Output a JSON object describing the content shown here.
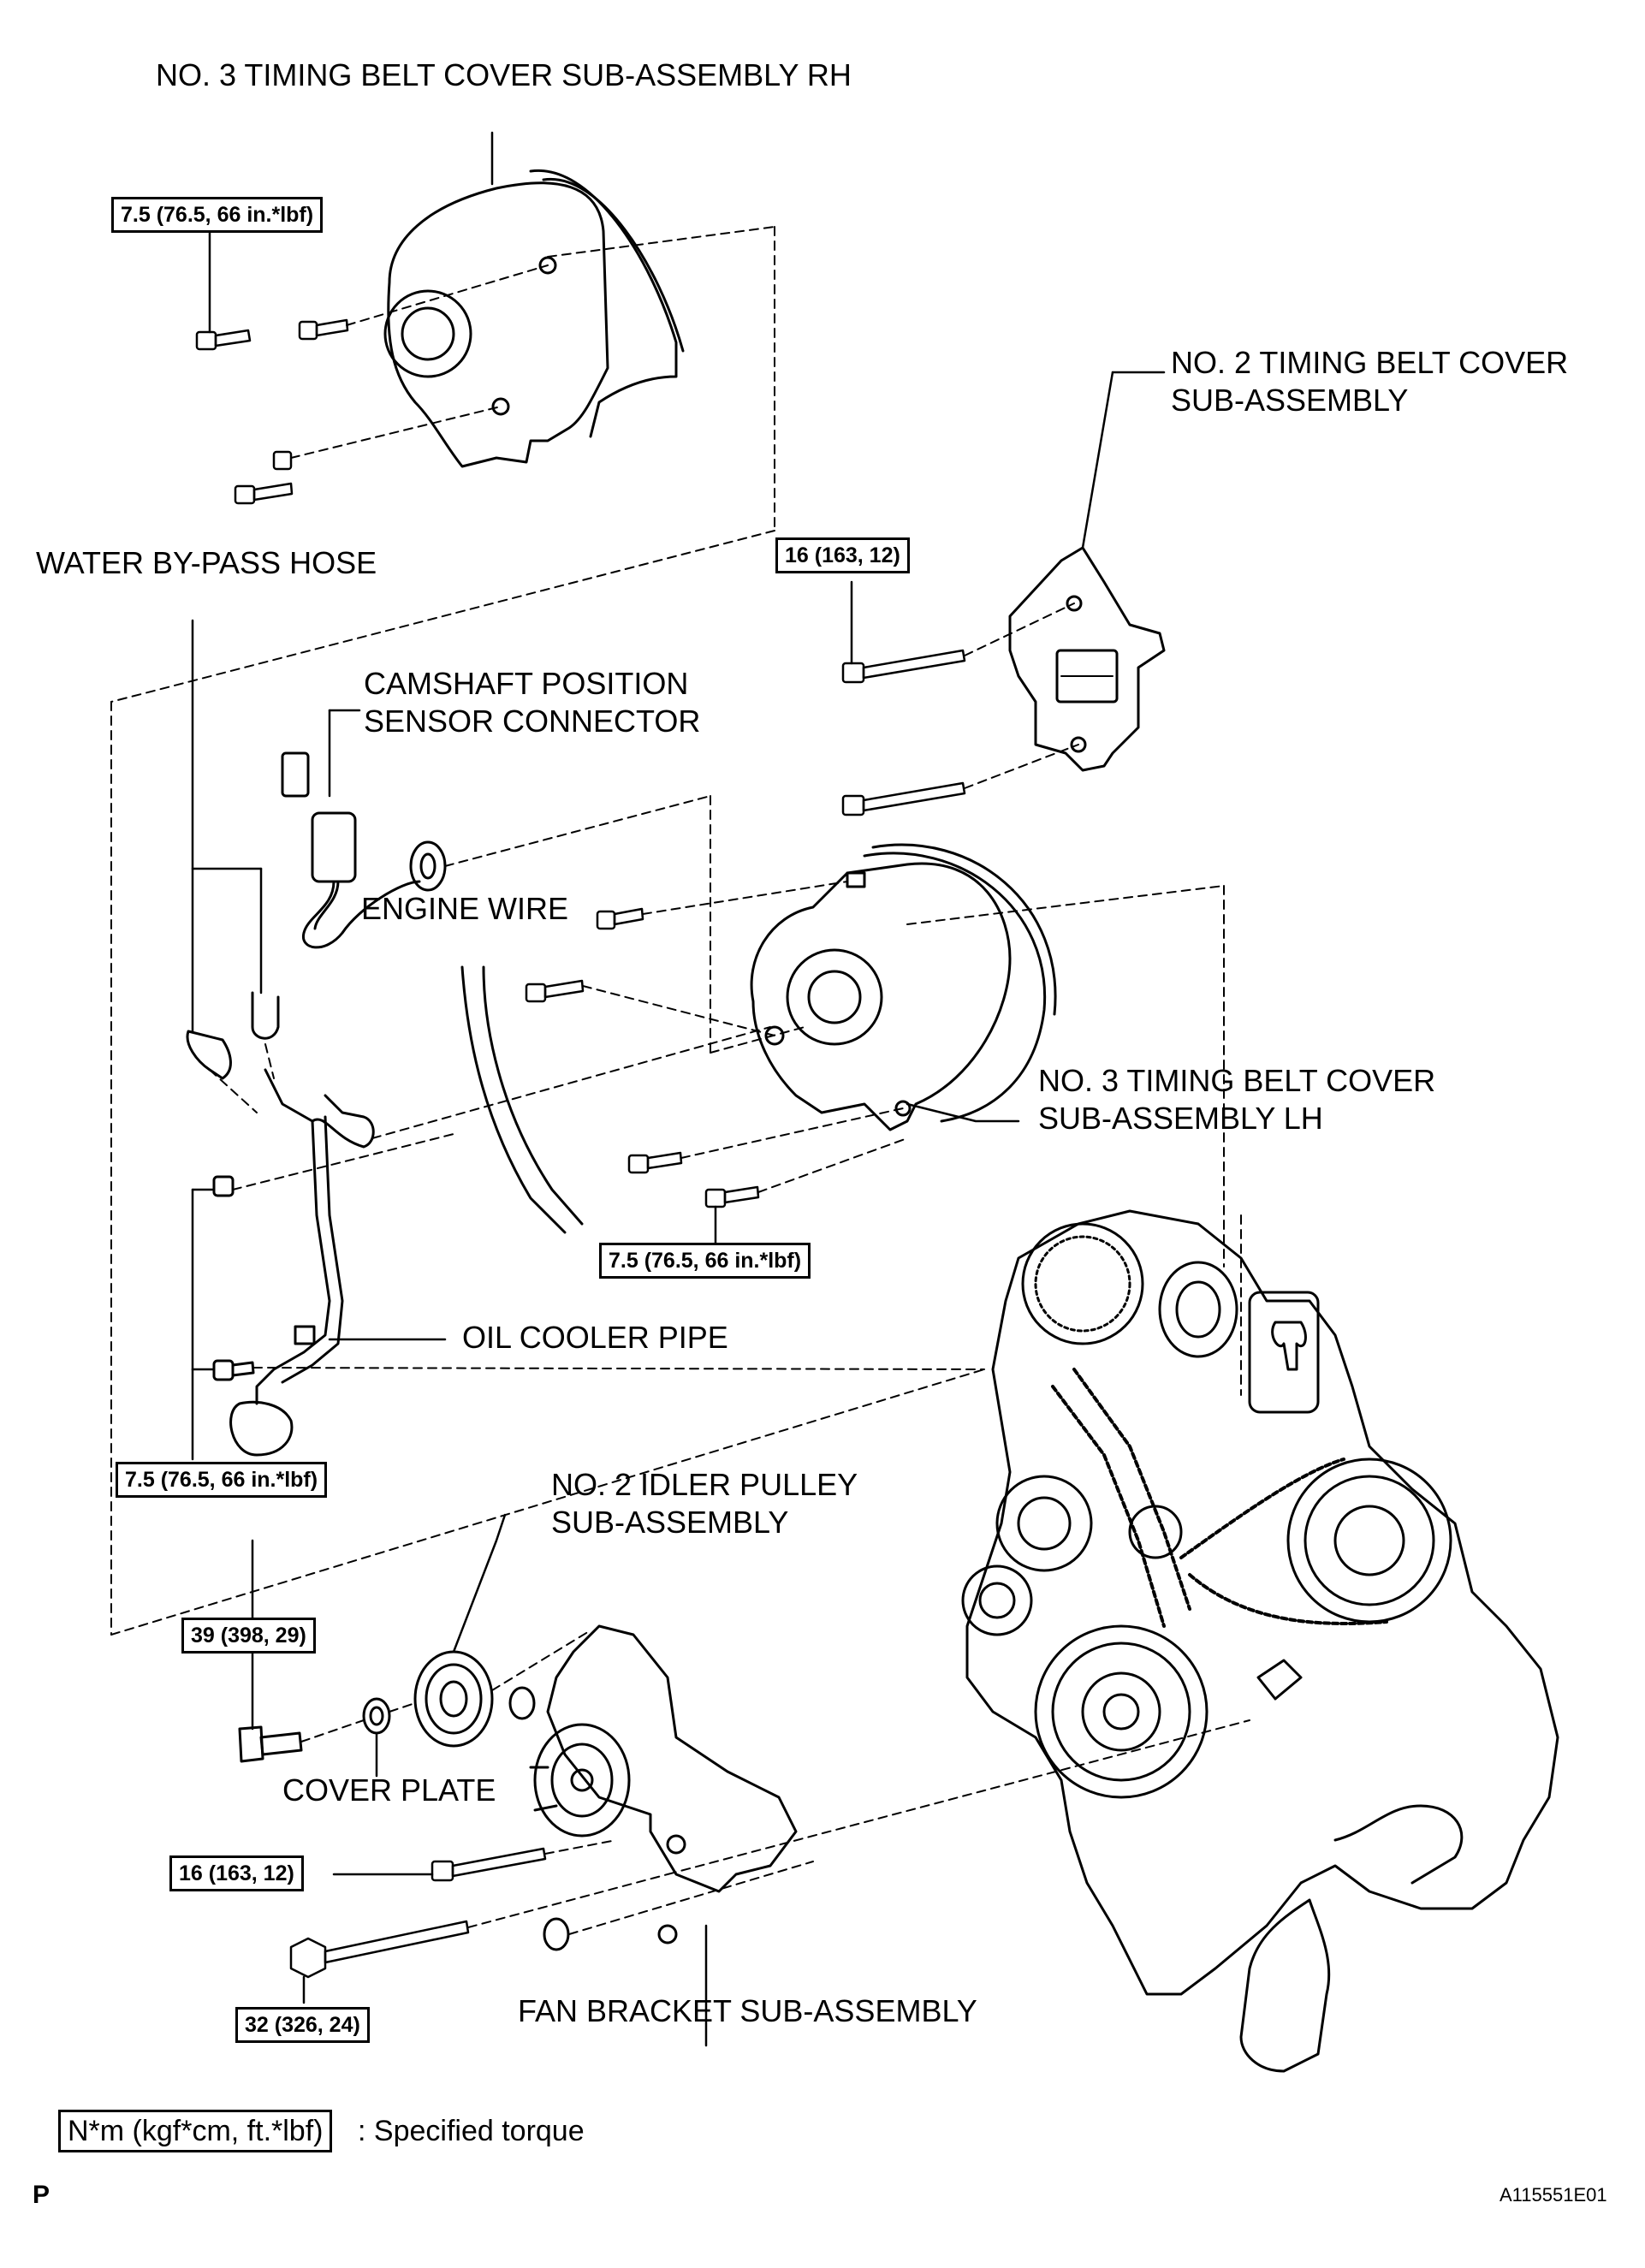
{
  "labels": {
    "cover_rh": "NO. 3 TIMING BELT COVER SUB-ASSEMBLY RH",
    "cover_no2_line1": "NO. 2 TIMING BELT COVER",
    "cover_no2_line2": "SUB-ASSEMBLY",
    "water_hose": "WATER BY-PASS HOSE",
    "cam_sensor_line1": "CAMSHAFT POSITION",
    "cam_sensor_line2": "SENSOR CONNECTOR",
    "engine_wire": "ENGINE WIRE",
    "cover_lh_line1": "NO. 3 TIMING BELT COVER",
    "cover_lh_line2": "SUB-ASSEMBLY LH",
    "oil_cooler": "OIL COOLER PIPE",
    "idler_line1": "NO. 2 IDLER PULLEY",
    "idler_line2": "SUB-ASSEMBLY",
    "cover_plate": "COVER PLATE",
    "fan_bracket": "FAN BRACKET SUB-ASSEMBLY"
  },
  "torques": {
    "rh_cover_bolts": "7.5 (76.5, 66 in.*lbf)",
    "no2_cover_bolts": "16 (163, 12)",
    "lh_cover_bolts": "7.5 (76.5, 66 in.*lbf)",
    "oil_pipe_bolts": "7.5 (76.5, 66 in.*lbf)",
    "idler_bolt": "39 (398, 29)",
    "fan_bracket_bolt": "16 (163, 12)",
    "long_bolt": "32 (326, 24)"
  },
  "legend": {
    "unit_box": "N*m (kgf*cm, ft.*lbf)",
    "text": ": Specified torque"
  },
  "footer": {
    "section": "P",
    "figure_id": "A115551E01"
  }
}
